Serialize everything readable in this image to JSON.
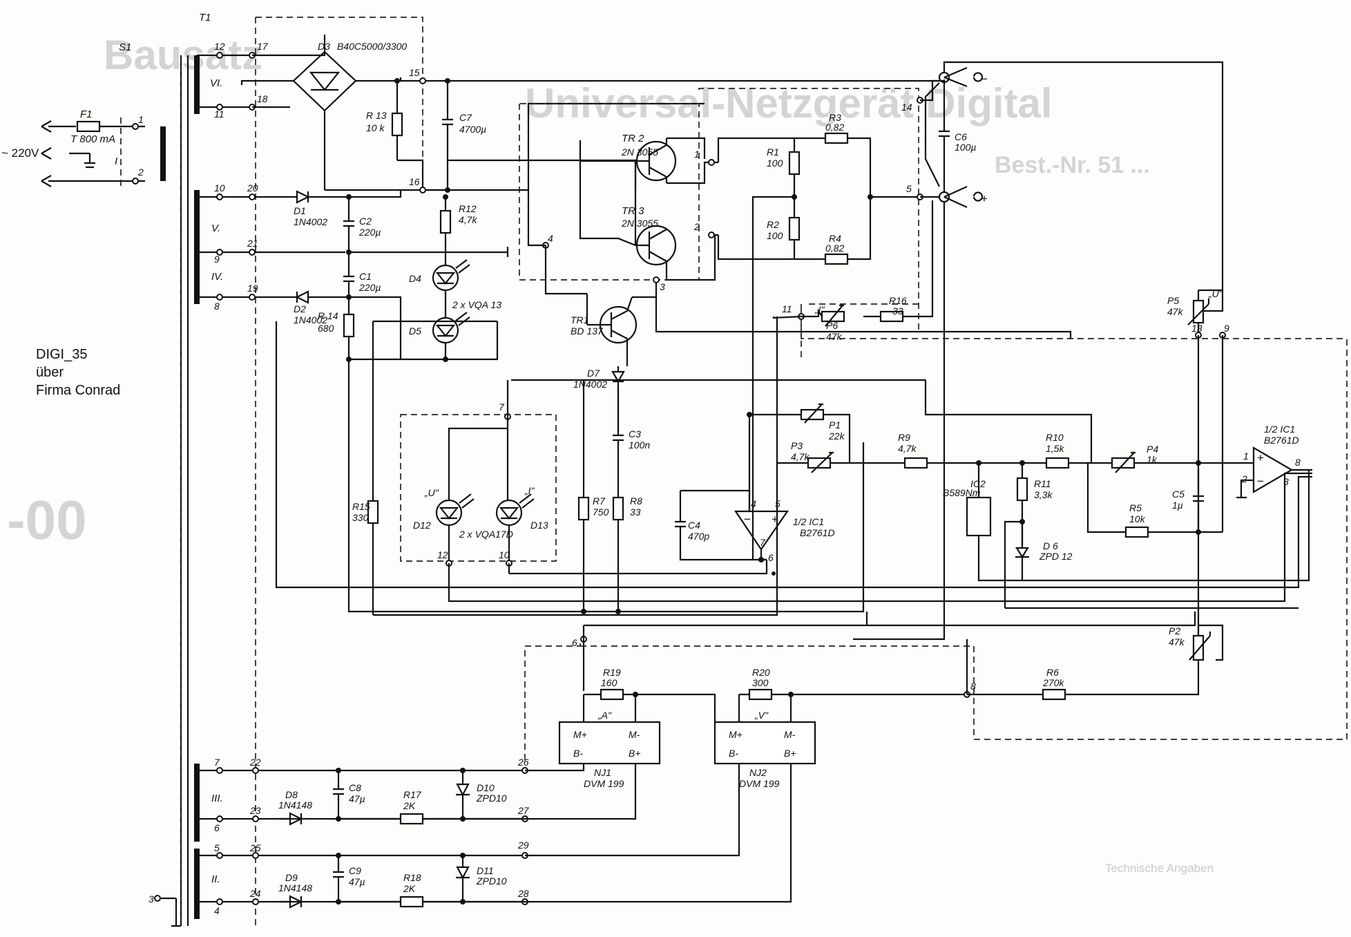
{
  "note": {
    "line1": "DIGI_35",
    "line2": "über",
    "line3": "Firma Conrad"
  },
  "input": {
    "fuse_name": "F1",
    "fuse_value": "T 800 mA",
    "voltage": "~ 220V",
    "switch": "S1",
    "switch_sym": "I",
    "pin1": "1",
    "pin2": "2",
    "pin3": "3"
  },
  "transformer": {
    "name": "T1",
    "windings": [
      "VI.",
      "V.",
      "IV.",
      "III.",
      "II."
    ]
  },
  "pins": {
    "p12": "12",
    "p11": "11",
    "p10": "10",
    "p9": "9",
    "p8": "8",
    "p7": "7",
    "p6": "6",
    "p5": "5",
    "p4": "4",
    "n17": "17",
    "n18": "18",
    "n20": "20",
    "n21": "21",
    "n19": "19",
    "n22": "22",
    "n23": "23",
    "n25": "25",
    "n24": "24",
    "n15": "15",
    "n16": "16",
    "n14": "14",
    "n1": "1",
    "n2": "2",
    "n3": "3",
    "n4": "4",
    "n5": "5",
    "n7": "7",
    "n12": "12",
    "n10": "10",
    "n6": "6",
    "n11": "11",
    "n13": "13",
    "n9": "9",
    "n8": "8",
    "n26": "26",
    "n27": "27",
    "n29": "29",
    "n28": "28",
    "n6b": "6"
  },
  "components": {
    "D3": {
      "name": "D3",
      "value": "B40C5000/3300"
    },
    "R13": {
      "name": "R 13",
      "value": "10 k"
    },
    "C7": {
      "name": "C7",
      "value": "4700µ"
    },
    "TR2": {
      "name": "TR 2",
      "value": "2N 3055"
    },
    "TR3": {
      "name": "TR 3",
      "value": "2N 3055"
    },
    "R3": {
      "name": "R3",
      "value": "0,82"
    },
    "R1": {
      "name": "R1",
      "value": "100"
    },
    "R2": {
      "name": "R2",
      "value": "100"
    },
    "R4": {
      "name": "R4",
      "value": "0,82"
    },
    "C6": {
      "name": "C6",
      "value": "100µ"
    },
    "D1": {
      "name": "D1",
      "value": "1N4002"
    },
    "C2": {
      "name": "C2",
      "value": "220µ"
    },
    "C1": {
      "name": "C1",
      "value": "220µ"
    },
    "D2": {
      "name": "D2",
      "value": "1N4002"
    },
    "R12": {
      "name": "R12",
      "value": "4,7k"
    },
    "D4": {
      "name": "D4",
      "value": ""
    },
    "D45": {
      "name": "2 x VQA 13",
      "value": ""
    },
    "D5": {
      "name": "D5",
      "value": ""
    },
    "R14": {
      "name": "R 14",
      "value": "680"
    },
    "TR1": {
      "name": "TR1",
      "value": "BD 137"
    },
    "D7": {
      "name": "D7",
      "value": "1N4002"
    },
    "C3": {
      "name": "C3",
      "value": "100n"
    },
    "D12": {
      "name": "D12",
      "value": "„U\""
    },
    "D13": {
      "name": "D13",
      "value": "„I\""
    },
    "D1213": {
      "name": "2 x VQA17D",
      "value": ""
    },
    "R15": {
      "name": "R15",
      "value": "330"
    },
    "R7": {
      "name": "R7",
      "value": "750"
    },
    "R8": {
      "name": "R8",
      "value": "33"
    },
    "C4": {
      "name": "C4",
      "value": "470p"
    },
    "IC1a": {
      "name": "1/2 IC1",
      "value": "B2761D"
    },
    "IC1b": {
      "name": "1/2 IC1",
      "value": "B2761D"
    },
    "P6": {
      "name": "P6",
      "value": "47k"
    },
    "P6I": {
      "name": "„I\"",
      "value": ""
    },
    "R16": {
      "name": "R16",
      "value": "33"
    },
    "P5": {
      "name": "P5",
      "value": "47k"
    },
    "P5U": {
      "name": "„U\"",
      "value": ""
    },
    "P1": {
      "name": "P1",
      "value": "22k"
    },
    "P3": {
      "name": "P3",
      "value": "4,7k"
    },
    "R9": {
      "name": "R9",
      "value": "4,7k"
    },
    "R10": {
      "name": "R10",
      "value": "1,5k"
    },
    "P4": {
      "name": "P4",
      "value": "1k"
    },
    "IC2": {
      "name": "IC2",
      "value": "B589Nm"
    },
    "R11": {
      "name": "R11",
      "value": "3,3k"
    },
    "D6": {
      "name": "D 6",
      "value": "ZPD 12"
    },
    "C5": {
      "name": "C5",
      "value": "1µ"
    },
    "R5": {
      "name": "R5",
      "value": "10k"
    },
    "P2": {
      "name": "P2",
      "value": "47k"
    },
    "R19": {
      "name": "R19",
      "value": "160"
    },
    "R20": {
      "name": "R20",
      "value": "300"
    },
    "R6": {
      "name": "R6",
      "value": "270k"
    },
    "NJ1": {
      "name": "NJ1",
      "value": "DVM 199",
      "mode": "„A\"",
      "mp": "M+",
      "mm": "M-",
      "bm": "B-",
      "bp": "B+"
    },
    "NJ2": {
      "name": "NJ2",
      "value": "DVM 199",
      "mode": "„V\"",
      "mp": "M+",
      "mm": "M-",
      "bm": "B-",
      "bp": "B+"
    },
    "C8": {
      "name": "C8",
      "value": "47µ"
    },
    "D8": {
      "name": "D8",
      "value": "1N4148"
    },
    "R17": {
      "name": "R17",
      "value": "2K"
    },
    "D10": {
      "name": "D10",
      "value": "ZPD10"
    },
    "C9": {
      "name": "C9",
      "value": "47µ"
    },
    "D9": {
      "name": "D9",
      "value": "1N4148"
    },
    "R18": {
      "name": "R18",
      "value": "2K"
    },
    "D11": {
      "name": "D11",
      "value": "ZPD10"
    }
  },
  "output": {
    "minus": "−",
    "plus": "+"
  },
  "opamp": {
    "in1": "1",
    "in2": "2",
    "out3": "3",
    "out8": "8",
    "pin4": "4",
    "pin5": "5",
    "pin7": "7",
    "pin6": "6",
    "minus": "−",
    "plus": "+"
  },
  "background": {
    "heading": "Bausatz",
    "subtitle": "Universal-Netzgerät Digital",
    "order": "Best.-Nr. 51 ...",
    "display": "-00",
    "tech": "Technische Angaben"
  }
}
